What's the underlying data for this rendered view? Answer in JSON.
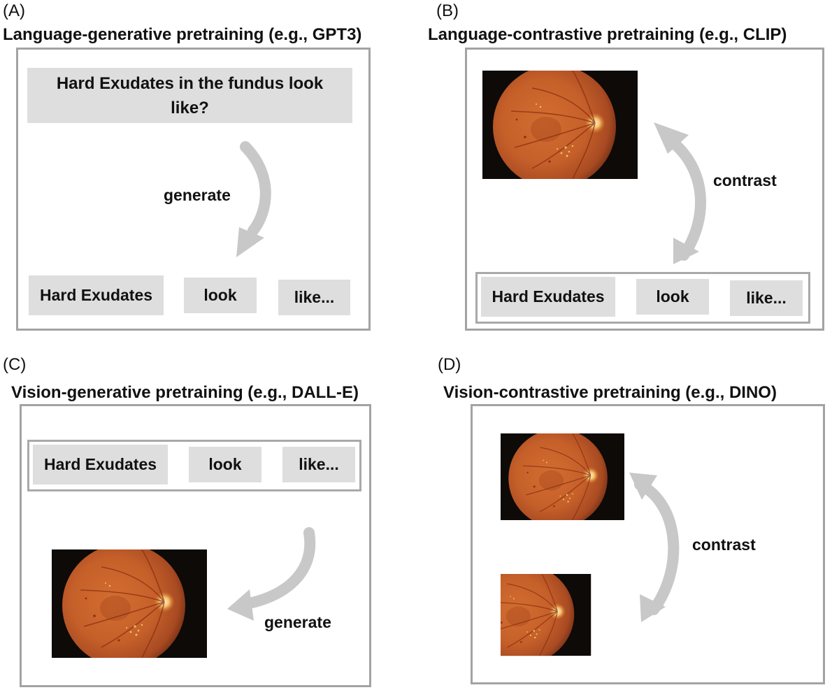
{
  "panels": {
    "a": {
      "letter": "(A)",
      "title": "Language-generative pretraining (e.g., GPT3)",
      "prompt": "Hard Exudates in the fundus look like?",
      "action": "generate",
      "tokens": [
        "Hard Exudates",
        "look",
        "like..."
      ]
    },
    "b": {
      "letter": "(B)",
      "title": "Language-contrastive pretraining (e.g., CLIP)",
      "action": "contrast",
      "tokens": [
        "Hard Exudates",
        "look",
        "like..."
      ]
    },
    "c": {
      "letter": "(C)",
      "title": "Vision-generative pretraining (e.g., DALL-E)",
      "action": "generate",
      "tokens": [
        "Hard Exudates",
        "look",
        "like..."
      ]
    },
    "d": {
      "letter": "(D)",
      "title": "Vision-contrastive pretraining (e.g., DINO)",
      "action": "contrast"
    }
  },
  "colors": {
    "frame": "#a3a3a3",
    "token_fill": "#dedede",
    "arrow": "#c8c8c8",
    "fundus": "#c8632a"
  },
  "images": [
    "fundus-image",
    "fundus-image",
    "fundus-image",
    "fundus-image-crop"
  ]
}
